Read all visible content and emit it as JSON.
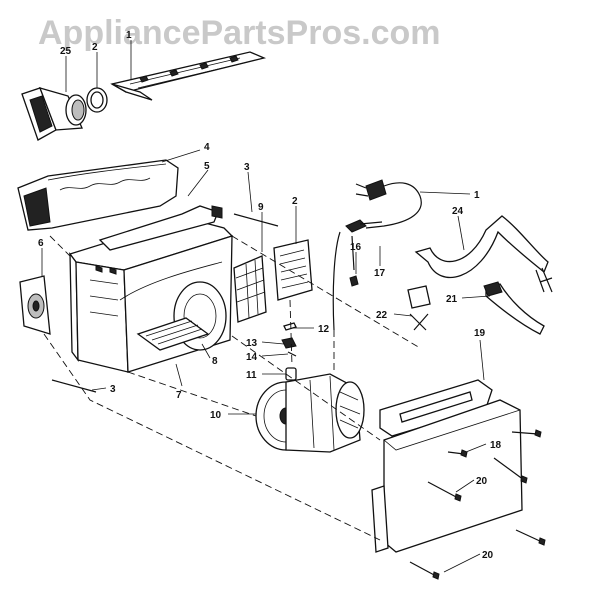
{
  "watermark": "AppliancePartsPros.com",
  "callouts": {
    "c25": "25",
    "c2_top": "2",
    "c1_top": "1",
    "c4": "4",
    "c5": "5",
    "c3_upper": "3",
    "c9": "9",
    "c2_mid": "2",
    "c1_right": "1",
    "c24": "24",
    "c16": "16",
    "c17": "17",
    "c6": "6",
    "c12": "12",
    "c22": "22",
    "c21": "21",
    "c13": "13",
    "c14": "14",
    "c19": "19",
    "c8": "8",
    "c11": "11",
    "c3_lower": "3",
    "c7": "7",
    "c10": "10",
    "c18": "18",
    "c20_upper": "20",
    "c20_lower": "20"
  }
}
